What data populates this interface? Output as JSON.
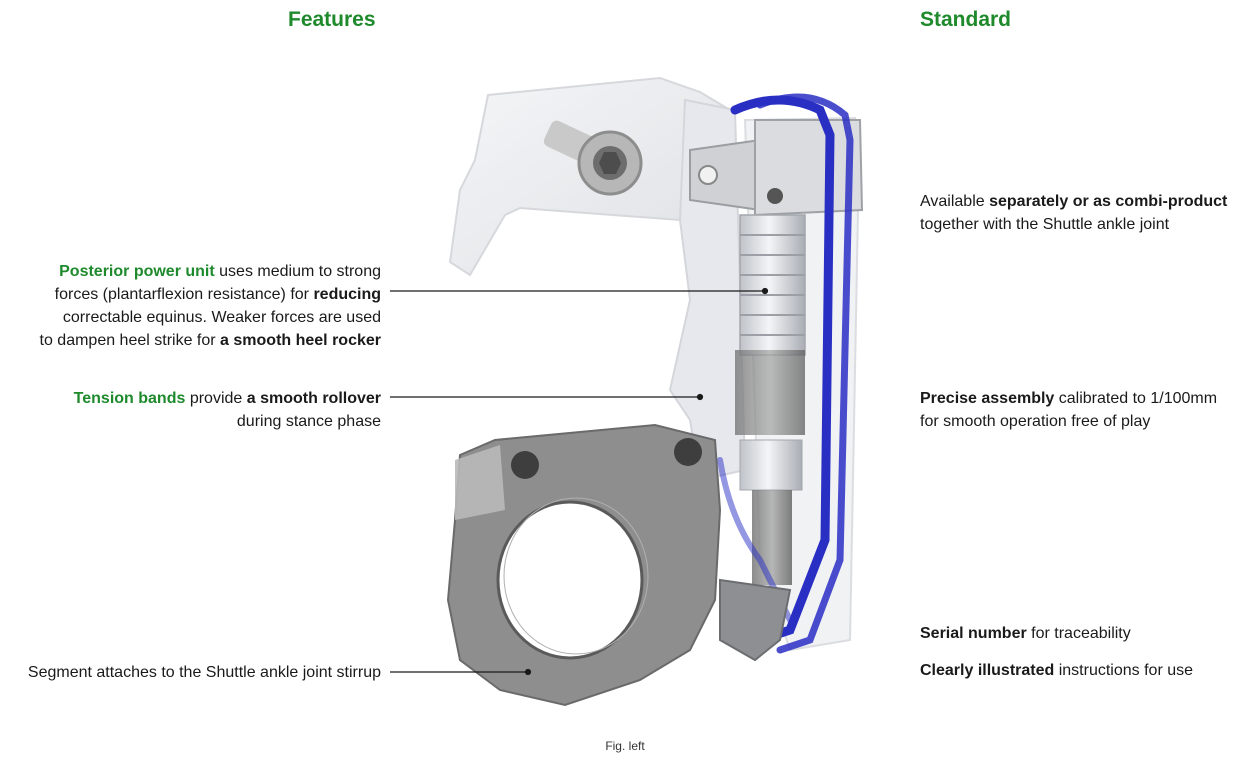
{
  "headings": {
    "features": "Features",
    "standard": "Standard"
  },
  "features": {
    "power_unit": {
      "term": "Posterior power unit",
      "t1": " uses medium to strong",
      "t2": "forces (plantarflexion resistance) for ",
      "b2": "reducing",
      "t3": "correctable equinus. Weaker forces are used",
      "t4": "to dampen heel strike for ",
      "b4": "a smooth heel rocker"
    },
    "tension_bands": {
      "term": "Tension bands",
      "t1": " provide ",
      "b1": "a smooth rollover",
      "t2": "during stance phase"
    },
    "segment": {
      "text": "Segment attaches to the Shuttle ankle joint stirrup"
    }
  },
  "standard": {
    "available": {
      "t1": "Available ",
      "b1": "separately or as combi-product",
      "t2": "together with the Shuttle ankle joint"
    },
    "precise": {
      "b1": "Precise assembly",
      "t1": " calibrated to 1/100mm",
      "t2": "for smooth operation free of play"
    },
    "serial": {
      "b1": "Serial number",
      "t1": " for traceability"
    },
    "illustrated": {
      "b1": "Clearly illustrated",
      "t1": " instructions for use"
    }
  },
  "caption": "Fig. left",
  "colors": {
    "accent_green": "#1e8a2c",
    "band_blue": "#2a2fc4",
    "metal_gray": "#8a8a8a",
    "housing_translucent": "#e8eaee"
  }
}
